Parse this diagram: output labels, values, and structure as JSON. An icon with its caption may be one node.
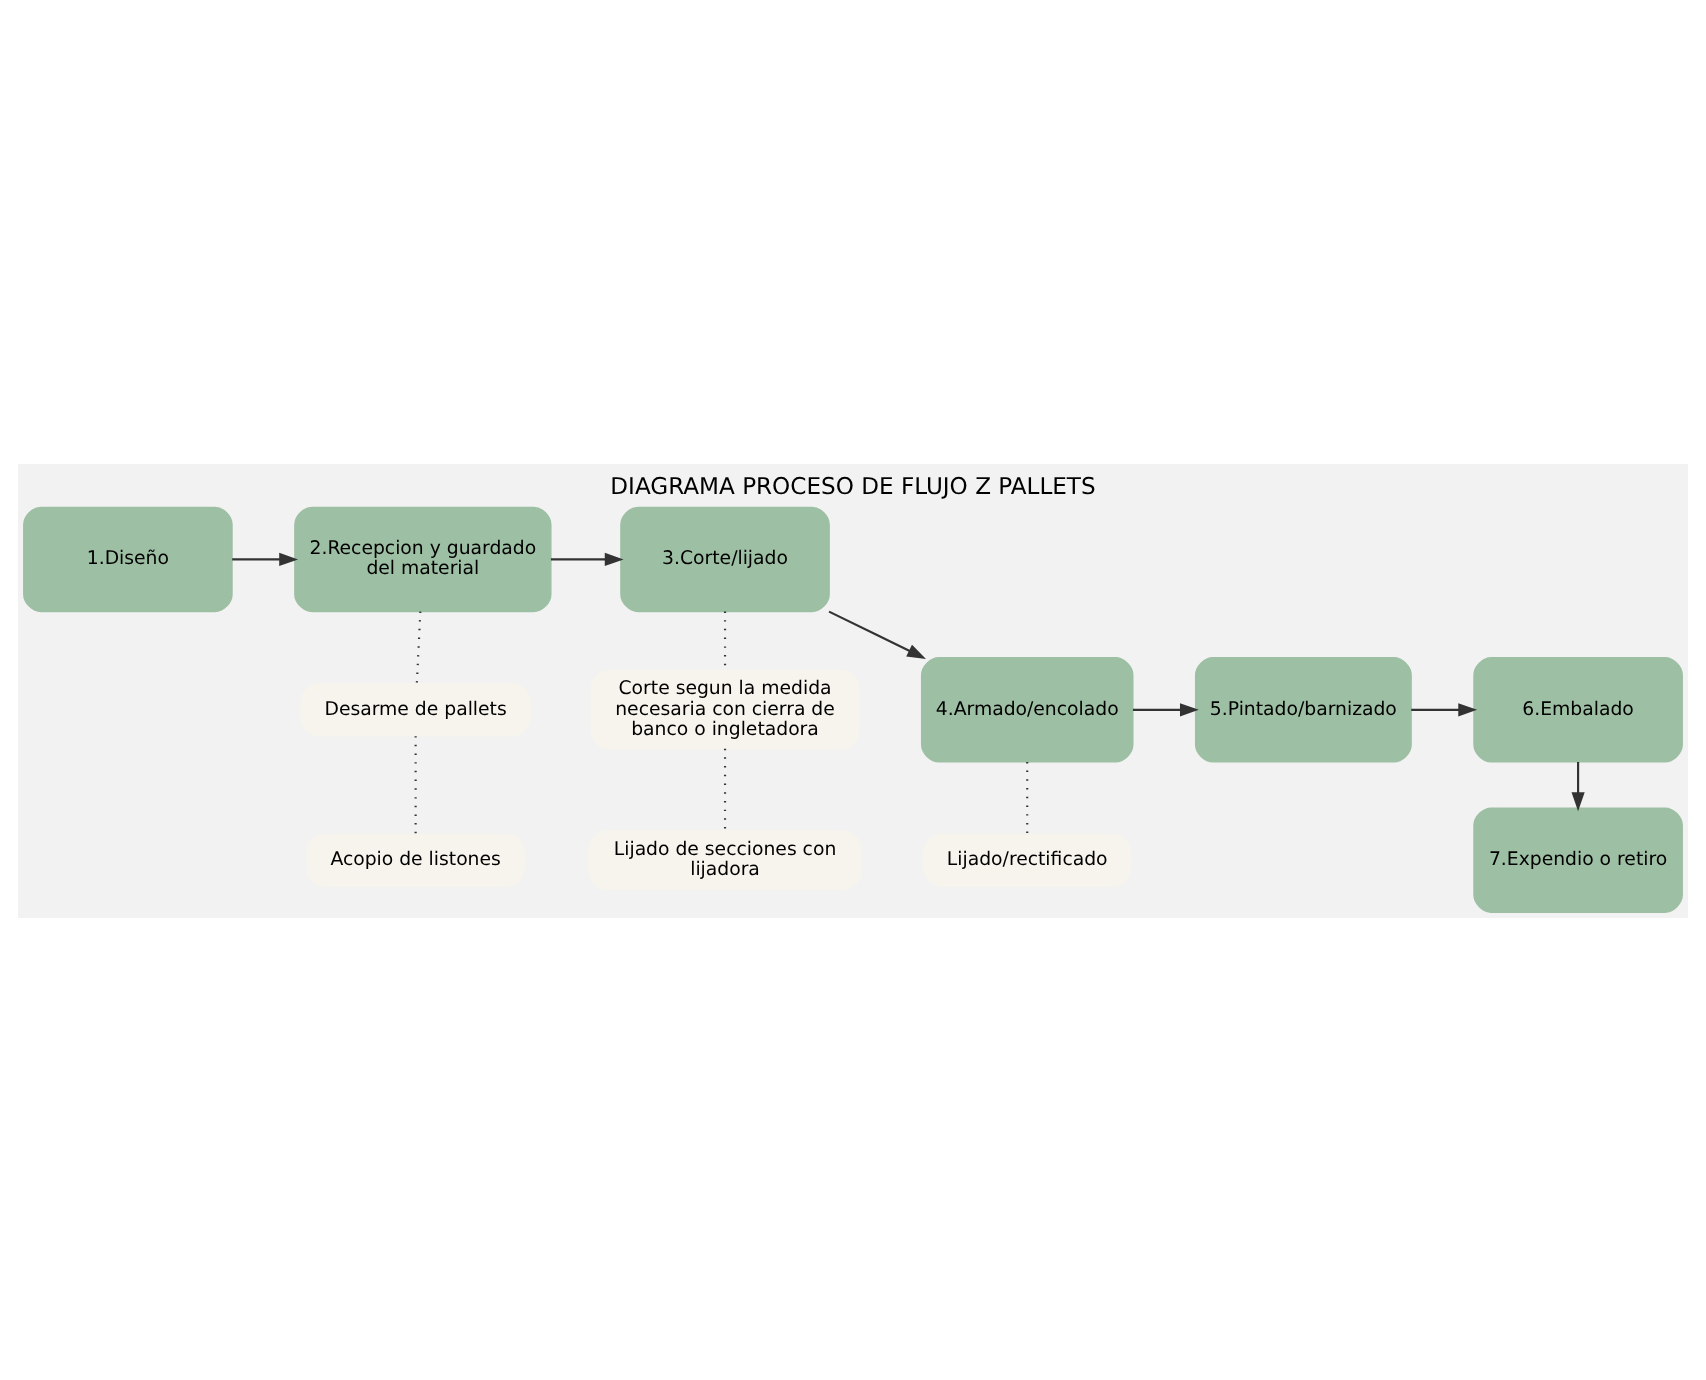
{
  "diagram": {
    "title": "DIAGRAMA PROCESO DE FLUJO Z PALLETS",
    "nodes": [
      {
        "text": [
          "1.Diseño"
        ]
      },
      {
        "text": [
          "2.Recepcion y guardado del material"
        ]
      },
      {
        "text": [
          "Desarme de pallets"
        ]
      },
      {
        "text": [
          "Acopio de listones"
        ]
      },
      {
        "text": [
          "3.Corte/lijado"
        ]
      },
      {
        "text": [
          "Corte segun la medida necesaria con cierra de banco o ingletadora"
        ]
      },
      {
        "text": [
          "Lijado de secciones con lijadora"
        ]
      },
      {
        "text": [
          "4.Armado/encolado"
        ]
      },
      {
        "text": [
          "Lijado/rectificado"
        ]
      },
      {
        "text": [
          "5.Pintado/barnizado"
        ]
      },
      {
        "text": [
          "6.Embalado"
        ]
      },
      {
        "text": [
          "7.Expendio o retiro"
        ]
      }
    ],
    "edges": [
      {
        "from": 0,
        "to": 1,
        "arrow": "to"
      },
      {
        "from": 1,
        "to": 4,
        "arrow": "to"
      },
      {
        "from": 4,
        "to": 7,
        "arrow": "to"
      },
      {
        "from": 7,
        "to": 9,
        "arrow": "to"
      },
      {
        "from": 9,
        "to": 10,
        "arrow": "to"
      },
      {
        "from": 10,
        "to": 11,
        "arrow": "to"
      },
      {
        "from": 1,
        "to": 2,
        "arrow": "none",
        "style": "dashed"
      },
      {
        "from": 2,
        "to": 3,
        "arrow": "none",
        "style": "dashed"
      },
      {
        "from": 4,
        "to": 5,
        "arrow": "none",
        "style": "dashed"
      },
      {
        "from": 5,
        "to": 6,
        "arrow": "none",
        "style": "dashed"
      },
      {
        "from": 7,
        "to": 8,
        "arrow": "none",
        "style": "dashed"
      }
    ]
  }
}
